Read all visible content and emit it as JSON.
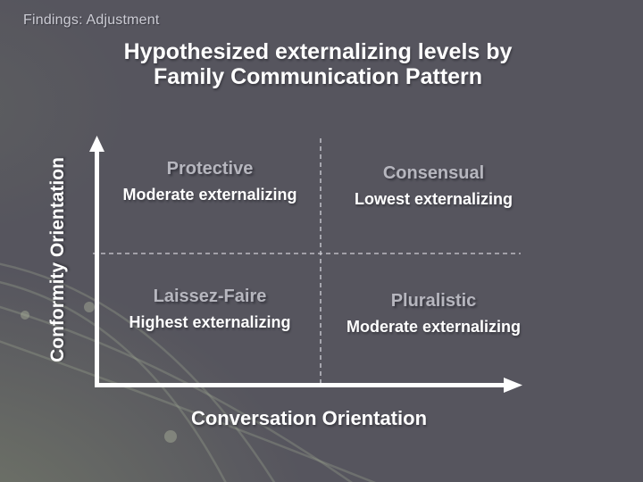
{
  "slide": {
    "breadcrumb": "Findings: Adjustment",
    "title_line1": "Hypothesized externalizing levels by",
    "title_line2": "Family Communication Pattern"
  },
  "matrix": {
    "y_axis_label": "Conformity Orientation",
    "x_axis_label": "Conversation Orientation",
    "quadrants": [
      {
        "position": "top-left",
        "name": "Protective",
        "value": "Moderate externalizing"
      },
      {
        "position": "top-right",
        "name": "Consensual",
        "value": "Lowest externalizing"
      },
      {
        "position": "bottom-left",
        "name": "Laissez-Faire",
        "value": "Highest externalizing"
      },
      {
        "position": "bottom-right",
        "name": "Pluralistic",
        "value": "Moderate externalizing"
      }
    ]
  },
  "icons": {
    "y_axis_arrow": "up-arrow",
    "x_axis_arrow": "right-arrow"
  },
  "colors": {
    "background": "#56555e",
    "background_accent_green": "#7f876e",
    "swoosh_line": "#99a189",
    "text_primary": "#ffffff",
    "quadrant_header": "#b6b6be",
    "breadcrumb_text": "#ccccd4",
    "axis": "#ffffff",
    "dashed_divider": "#c9c9ce"
  }
}
